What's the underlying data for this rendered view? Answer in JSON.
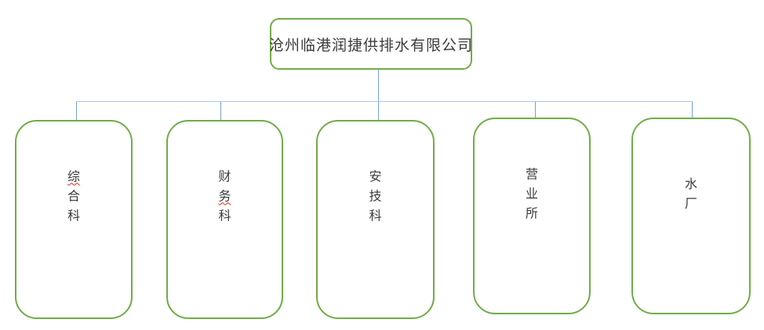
{
  "org_chart": {
    "root": {
      "label": "沧州临港润捷供排水有限公司"
    },
    "departments": [
      {
        "label": "综合科",
        "spellcheck_chars": [
          0
        ]
      },
      {
        "label": "财务科",
        "spellcheck_chars": [
          1
        ]
      },
      {
        "label": "安技科",
        "spellcheck_chars": []
      },
      {
        "label": "营业所",
        "spellcheck_chars": []
      },
      {
        "label": "水厂",
        "spellcheck_chars": []
      }
    ]
  },
  "colors": {
    "box_border": "#70ad47",
    "connector_vertical": "#74a1d6",
    "connector_horizontal": "#a9c7e8",
    "text": "#3b3b3b",
    "spellcheck_underline": "#e02b20",
    "background": "#ffffff"
  }
}
